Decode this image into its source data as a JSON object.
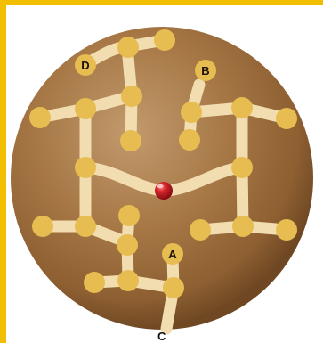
{
  "labels": {
    "A": "A",
    "B": "B",
    "C": "C",
    "D": "D"
  },
  "colors": {
    "border": "#f2bf00",
    "disc_light": "#b98d62",
    "disc_dark": "#7a5328",
    "path": "#f2ddb0",
    "node": "#e7bc51",
    "center_marble": "#c4151b"
  },
  "icon_names": {
    "center_marker": "red-marble-icon"
  }
}
